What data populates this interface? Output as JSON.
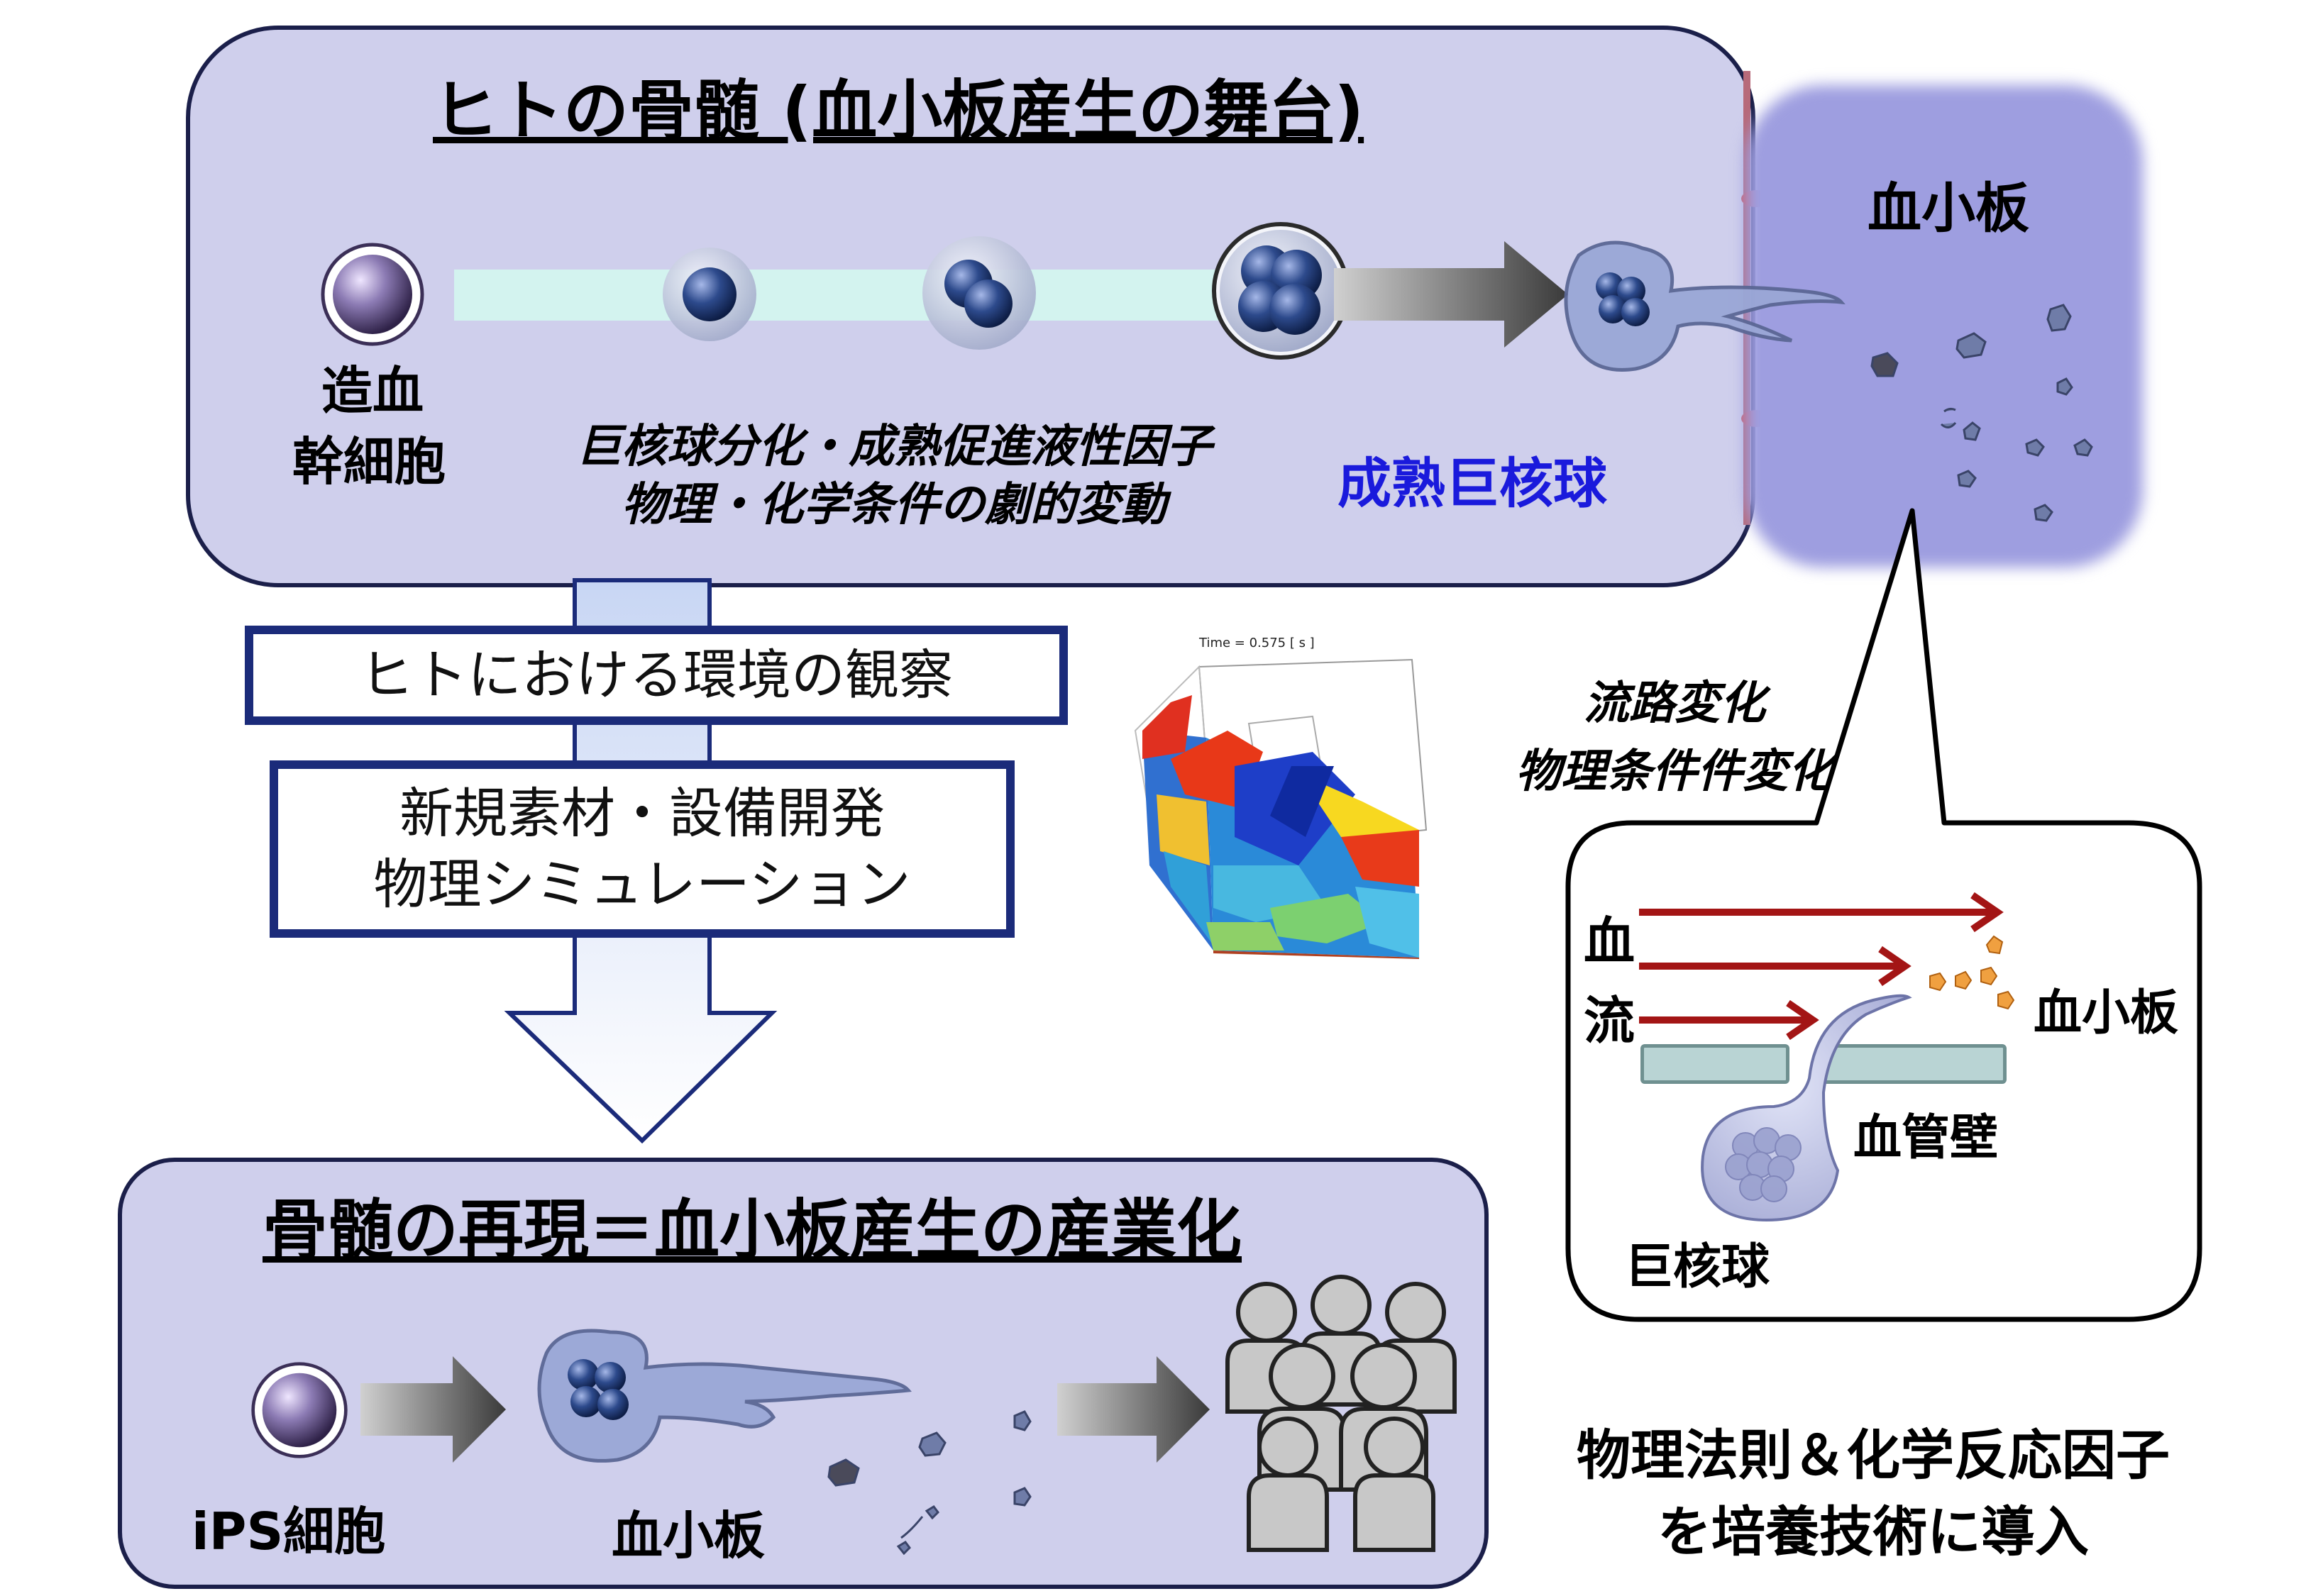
{
  "top_panel": {
    "title": "ヒトの骨髄 (血小板産生の舞台)",
    "stem_cell_label_line1": "造血",
    "stem_cell_label_line2": "幹細胞",
    "factor_line1": "巨核球分化・成熟促進液性因子",
    "factor_line2": "物理・化学条件の劇的変動",
    "mature_label": "成熟巨核球"
  },
  "blood_area": {
    "label": "血小板"
  },
  "flow": {
    "box1": "ヒトにおける環境の観察",
    "box2_line1": "新規素材・設備開発",
    "box2_line2": "物理シミュレーション"
  },
  "simulation": {
    "time_label": "Time = 0.575 [ s ]"
  },
  "flow_change": {
    "line1": "流路変化",
    "line2": "物理条件件変化"
  },
  "callout": {
    "blood_flow_1": "血",
    "blood_flow_2": "流",
    "platelet": "血小板",
    "vessel_wall": "血管壁",
    "megakaryocyte": "巨核球"
  },
  "bottom_panel": {
    "title": "骨髄の再現＝血小板産生の産業化",
    "ips_label": "iPS細胞",
    "platelet_label": "血小板"
  },
  "footer": {
    "line1": "物理法則＆化学反応因子",
    "line2": "を培養技術に導入"
  },
  "colors": {
    "panel_fill": "#cfcfec",
    "title_blue": "#1a1adc",
    "arrow_red": "#a31515",
    "box_border": "#1b2b7a"
  }
}
